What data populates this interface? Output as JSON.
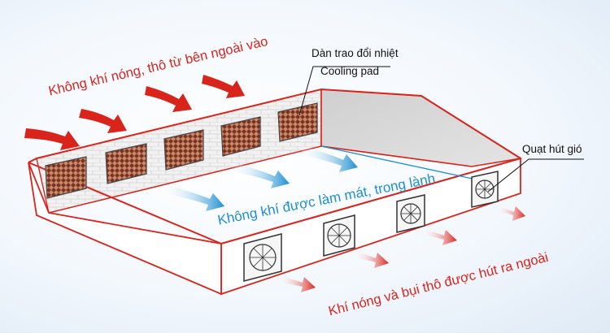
{
  "labels": {
    "hot_air_in": "Không khí nóng, thô từ bên ngoài vào",
    "cooling_pad_vi": "Dàn trao đổi nhiệt",
    "cooling_pad_en": "Cooling pad",
    "cooled_air": "Không khí được làm mát, trong lành",
    "exhaust_fan": "Quạt hút gió",
    "hot_air_out": "Khí nóng và bụi thô được hút ra ngoài"
  },
  "colors": {
    "outline": "#d9241c",
    "hot_arrow": "#d9241c",
    "cool_arrow": "#1d8fd1",
    "pad": "#8a3d2a",
    "roof": "#d6d6d6",
    "wall": "#ececec"
  },
  "icons": {
    "pad": "cooling-pad-icon",
    "fan": "exhaust-fan-icon",
    "hot_arrow": "red-arrow-icon",
    "cool_arrow": "blue-arrow-icon"
  }
}
